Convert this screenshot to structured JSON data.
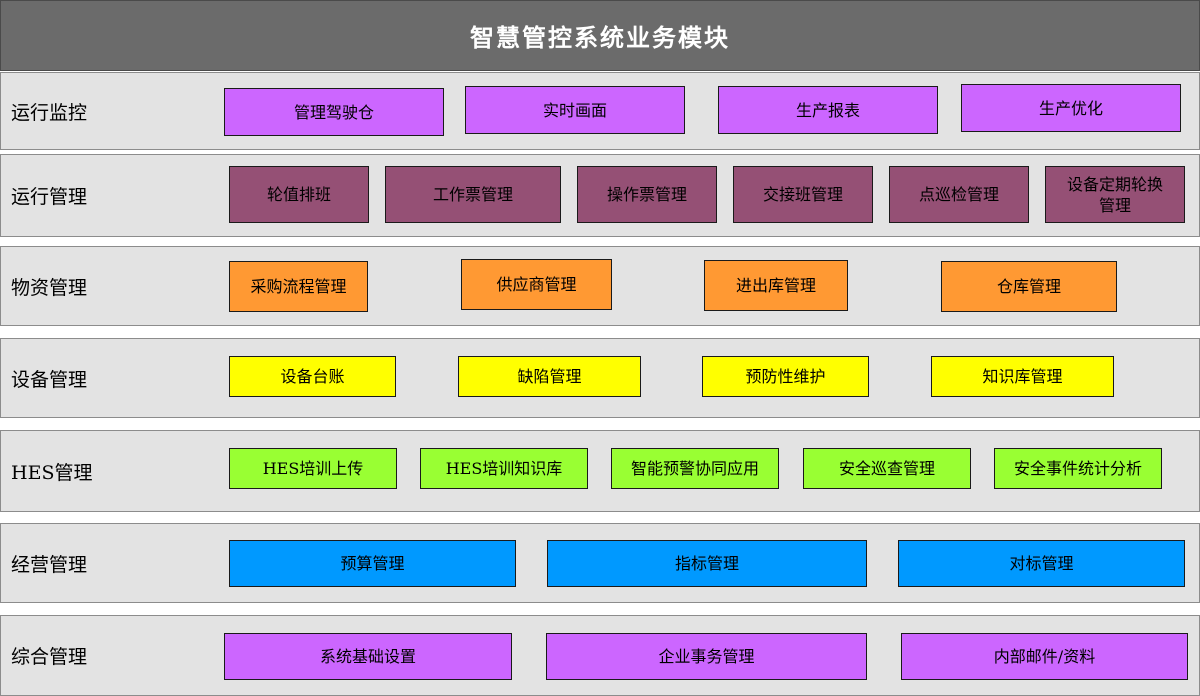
{
  "title": "智慧管控系统业务模块",
  "colors": {
    "header": "#6b6b6b",
    "row_background": "#e3e3e3",
    "purple": "#cc66ff",
    "plum": "#955075",
    "orange": "#ff9933",
    "yellow": "#ffff00",
    "lime": "#99ff33",
    "blue": "#0099ff"
  },
  "rows": [
    {
      "label": "运行监控",
      "modules": [
        "管理驾驶仓",
        "实时画面",
        "生产报表",
        "生产优化"
      ]
    },
    {
      "label": "运行管理",
      "modules": [
        "轮值排班",
        "工作票管理",
        "操作票管理",
        "交接班管理",
        "点巡检管理",
        "设备定期轮换管理"
      ]
    },
    {
      "label": "物资管理",
      "modules": [
        "采购流程管理",
        "供应商管理",
        "进出库管理",
        "仓库管理"
      ]
    },
    {
      "label": "设备管理",
      "modules": [
        "设备台账",
        "缺陷管理",
        "预防性维护",
        "知识库管理"
      ]
    },
    {
      "label": "HES管理",
      "modules": [
        "HES培训上传",
        "HES培训知识库",
        "智能预警协同应用",
        "安全巡查管理",
        "安全事件统计分析"
      ]
    },
    {
      "label": "经营管理",
      "modules": [
        "预算管理",
        "指标管理",
        "对标管理"
      ]
    },
    {
      "label": "综合管理",
      "modules": [
        "系统基础设置",
        "企业事务管理",
        "内部邮件/资料"
      ]
    }
  ]
}
